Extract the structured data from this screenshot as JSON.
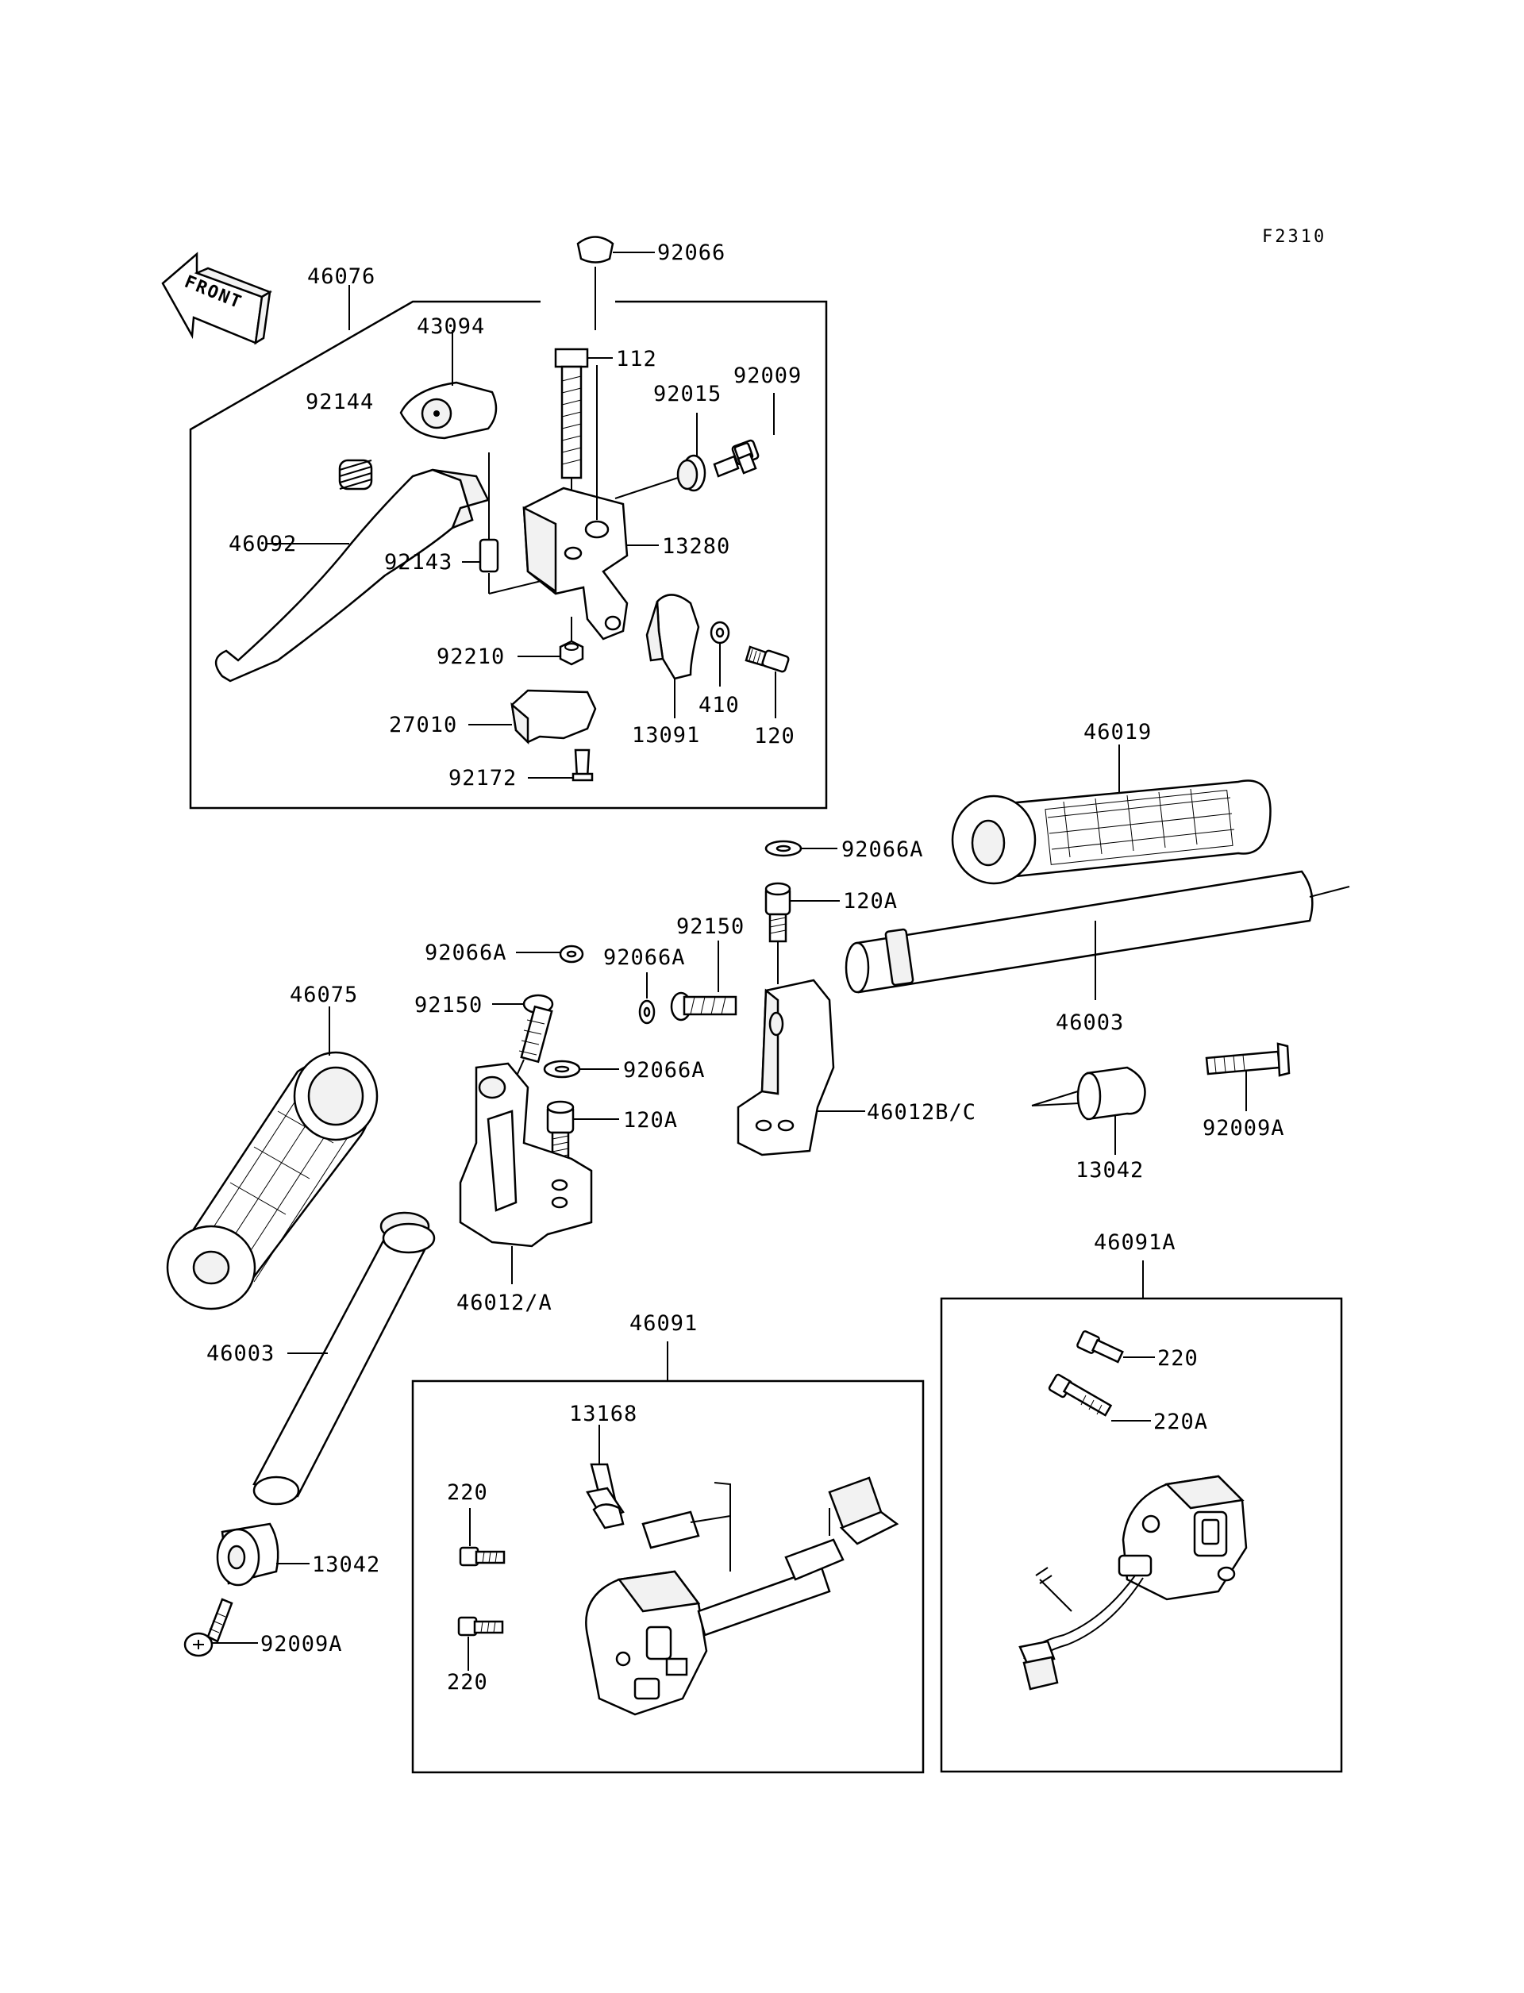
{
  "diagram_code": "F2310",
  "front_label": "FRONT",
  "labels": {
    "l46076": "46076",
    "l43094": "43094",
    "l92144": "92144",
    "l46092": "46092",
    "l92143": "92143",
    "l92210": "92210",
    "l27010": "27010",
    "l92172": "92172",
    "l92066_top": "92066",
    "l112": "112",
    "l92015": "92015",
    "l92009": "92009",
    "l13280": "13280",
    "l13091": "13091",
    "l410": "410",
    "l120": "120",
    "l46019": "46019",
    "l92066A_1": "92066A",
    "l120A_1": "120A",
    "l92150_1": "92150",
    "l92066A_2": "92066A",
    "l46003_right": "46003",
    "l46012BC": "46012B/C",
    "l13042_right": "13042",
    "l92009A_right": "92009A",
    "l92066A_3": "92066A",
    "l92150_2": "92150",
    "l92066A_4": "92066A",
    "l120A_2": "120A",
    "l46075": "46075",
    "l46012A": "46012/A",
    "l46003_left": "46003",
    "l13042_left": "13042",
    "l92009A_left": "92009A",
    "l46091": "46091",
    "l13168": "13168",
    "l220_1": "220",
    "l220_2": "220",
    "l46091A": "46091A",
    "l220_3": "220",
    "l220A": "220A"
  },
  "icons": [
    "front-arrow-icon",
    "lever-icon",
    "grip-icon",
    "handlebar-icon",
    "switch-housing-icon",
    "bolt-icon",
    "washer-icon",
    "spring-icon",
    "nut-icon",
    "bar-end-weight-icon",
    "clamp-icon"
  ]
}
